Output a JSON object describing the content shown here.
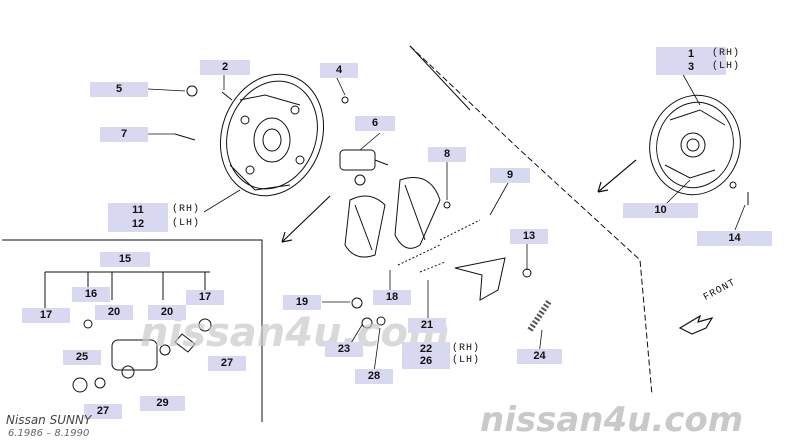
{
  "diagram": {
    "callouts": [
      {
        "id": "c1",
        "label": "1",
        "side": "(RH)"
      },
      {
        "id": "c3",
        "label": "3",
        "side": "(LH)"
      },
      {
        "id": "c2",
        "label": "2"
      },
      {
        "id": "c4",
        "label": "4"
      },
      {
        "id": "c5",
        "label": "5"
      },
      {
        "id": "c6",
        "label": "6"
      },
      {
        "id": "c7",
        "label": "7"
      },
      {
        "id": "c8",
        "label": "8"
      },
      {
        "id": "c9",
        "label": "9"
      },
      {
        "id": "c10",
        "label": "10"
      },
      {
        "id": "c11",
        "label": "11",
        "side": "(RH)"
      },
      {
        "id": "c12",
        "label": "12",
        "side": "(LH)"
      },
      {
        "id": "c13",
        "label": "13"
      },
      {
        "id": "c14",
        "label": "14"
      },
      {
        "id": "c15",
        "label": "15"
      },
      {
        "id": "c16",
        "label": "16"
      },
      {
        "id": "c17a",
        "label": "17"
      },
      {
        "id": "c17b",
        "label": "17"
      },
      {
        "id": "c18",
        "label": "18"
      },
      {
        "id": "c19",
        "label": "19"
      },
      {
        "id": "c20a",
        "label": "20"
      },
      {
        "id": "c20b",
        "label": "20"
      },
      {
        "id": "c21",
        "label": "21"
      },
      {
        "id": "c22",
        "label": "22",
        "side": "(RH)"
      },
      {
        "id": "c26",
        "label": "26",
        "side": "(LH)"
      },
      {
        "id": "c23",
        "label": "23"
      },
      {
        "id": "c24",
        "label": "24"
      },
      {
        "id": "c25",
        "label": "25"
      },
      {
        "id": "c27a",
        "label": "27"
      },
      {
        "id": "c27b",
        "label": "27"
      },
      {
        "id": "c28",
        "label": "28"
      },
      {
        "id": "c29",
        "label": "29"
      }
    ],
    "front_label": "FRONT",
    "footer": {
      "model": "Nissan SUNNY",
      "dates": "6.1986 – 8.1990"
    },
    "watermark": "nissan4u.com",
    "watermark_large": "nissan4u.com",
    "colors": {
      "label_bg": "#d8d8f0",
      "line": "#111111",
      "watermark": "#c9c9c9"
    }
  }
}
